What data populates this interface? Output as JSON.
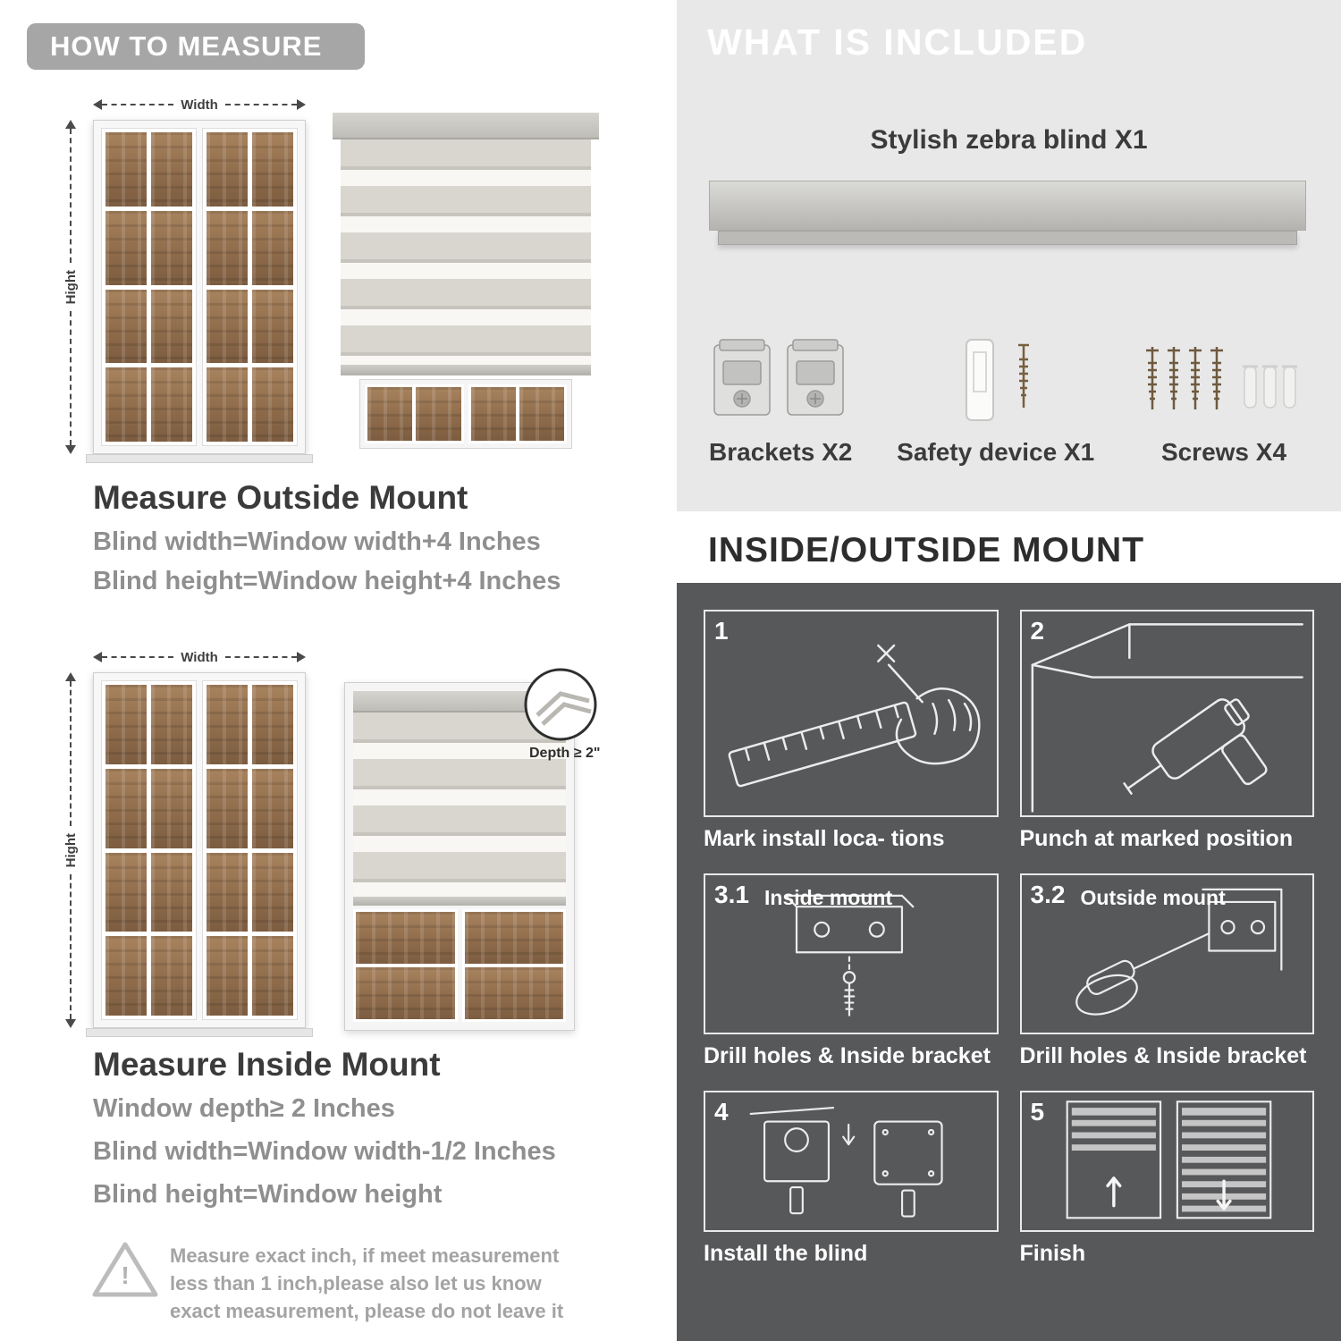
{
  "colors": {
    "badge_bg": "#a6a6a6",
    "panel_light_bg": "#e8e8e8",
    "panel_dark_bg": "#57585a",
    "heading_text": "#3b3b3b",
    "body_text": "#8f8f8f",
    "title_text_white": "#ffffff"
  },
  "how_to_measure": {
    "badge": "HOW TO MEASURE",
    "labels": {
      "width": "Width",
      "height": "Hight"
    },
    "outside": {
      "heading": "Measure Outside Mount",
      "lines": [
        "Blind width=Window width+4 Inches",
        "Blind height=Window height+4 Inches"
      ]
    },
    "inside": {
      "depth_label": "Depth ≥ 2\"",
      "heading": "Measure Inside Mount",
      "lines": [
        "Window depth≥ 2 Inches",
        "Blind width=Window width-1/2 Inches",
        "Blind height=Window height"
      ]
    },
    "note": {
      "glyph": "!",
      "text": "Measure exact inch, if meet measurement less than 1 inch,please also let us know exact measurement, please do not leave it"
    }
  },
  "included": {
    "title": "WHAT IS INCLUDED",
    "product_label": "Stylish zebra blind X1",
    "items": [
      {
        "label": "Brackets X2",
        "icon": "brackets-icon"
      },
      {
        "label": "Safety device X1",
        "icon": "safety-device-icon"
      },
      {
        "label": "Screws X4",
        "icon": "screws-icon"
      }
    ]
  },
  "mount_guide": {
    "title": "INSIDE/OUTSIDE MOUNT",
    "steps": [
      {
        "num": "1",
        "inner_label": "",
        "caption": "Mark install loca- tions"
      },
      {
        "num": "2",
        "inner_label": "",
        "caption": "Punch at  marked position"
      },
      {
        "num": "3.1",
        "inner_label": "Inside mount",
        "caption": "Drill holes &  Inside bracket"
      },
      {
        "num": "3.2",
        "inner_label": "Outside mount",
        "caption": "Drill holes &  Inside bracket"
      },
      {
        "num": "4",
        "inner_label": "",
        "caption": "Install the blind"
      },
      {
        "num": "5",
        "inner_label": "",
        "caption": "Finish"
      }
    ]
  }
}
